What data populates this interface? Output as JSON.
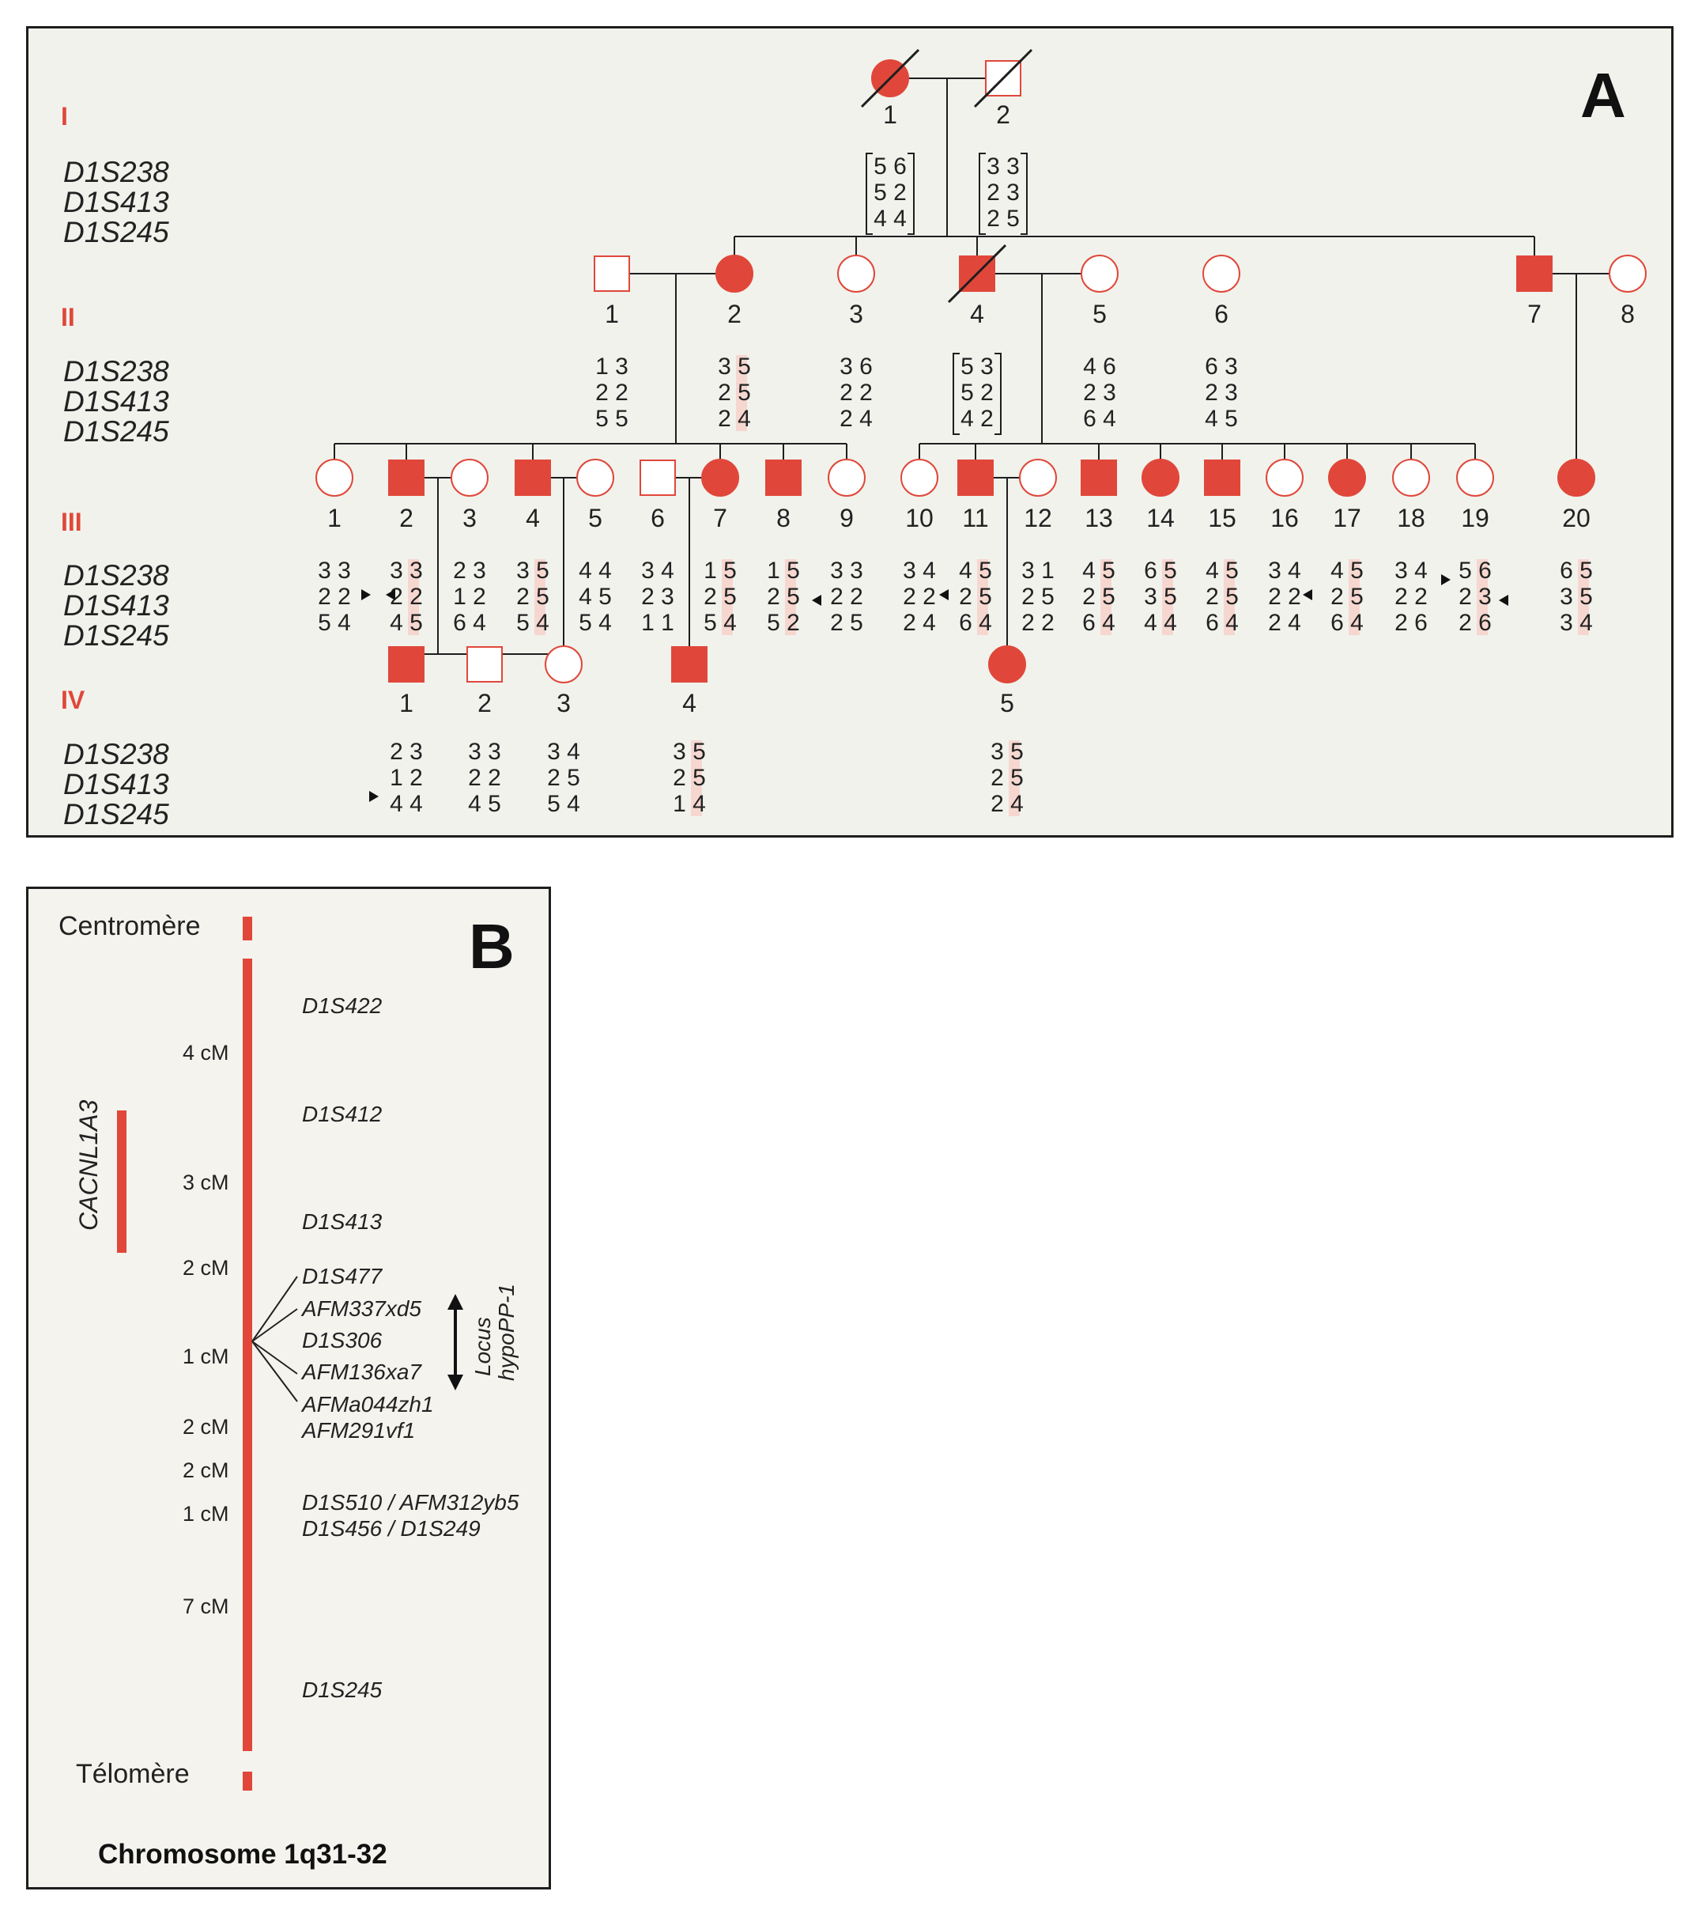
{
  "panel_a": {
    "letter": "A",
    "generations": [
      "I",
      "II",
      "III",
      "IV"
    ],
    "markers": [
      "D1S238",
      "D1S413",
      "D1S245"
    ],
    "gen1": [
      {
        "id": "I-1",
        "label": "1",
        "sex": "female",
        "affected": true,
        "deceased": true
      },
      {
        "id": "I-2",
        "label": "2",
        "sex": "male",
        "affected": false,
        "deceased": true
      }
    ],
    "gen1_haplotypes": [
      {
        "rows": [
          "5 6",
          "5 2",
          "4 4"
        ],
        "bracket": true
      },
      {
        "rows": [
          "3 3",
          "2 3",
          "2 5"
        ],
        "bracket": true
      }
    ],
    "gen2": [
      {
        "label": "1",
        "sex": "male",
        "affected": false
      },
      {
        "label": "2",
        "sex": "female",
        "affected": true
      },
      {
        "label": "3",
        "sex": "female",
        "affected": false
      },
      {
        "label": "4",
        "sex": "male",
        "affected": true,
        "deceased": true
      },
      {
        "label": "5",
        "sex": "female",
        "affected": false
      },
      {
        "label": "6",
        "sex": "female",
        "affected": false
      },
      {
        "label": "7",
        "sex": "male",
        "affected": true
      },
      {
        "label": "8",
        "sex": "female",
        "affected": false
      }
    ],
    "gen2_haplotypes": [
      {
        "of": "1",
        "rows": [
          "1 3",
          "2 2",
          "5 5"
        ]
      },
      {
        "of": "2",
        "rows": [
          "3 5",
          "2 5",
          "2 4"
        ]
      },
      {
        "of": "3",
        "rows": [
          "3 6",
          "2 2",
          "2 4"
        ]
      },
      {
        "of": "4",
        "rows": [
          "5 3",
          "5 2",
          "4 2"
        ],
        "bracket": true
      },
      {
        "of": "5",
        "rows": [
          "4 6",
          "2 3",
          "6 4"
        ]
      },
      {
        "of": "6",
        "rows": [
          "6 3",
          "2 3",
          "4 5"
        ]
      }
    ],
    "gen3": [
      {
        "label": "1",
        "sex": "female",
        "affected": false
      },
      {
        "label": "2",
        "sex": "male",
        "affected": true
      },
      {
        "label": "3",
        "sex": "female",
        "affected": false
      },
      {
        "label": "4",
        "sex": "male",
        "affected": true
      },
      {
        "label": "5",
        "sex": "female",
        "affected": false
      },
      {
        "label": "6",
        "sex": "male",
        "affected": false
      },
      {
        "label": "7",
        "sex": "female",
        "affected": true
      },
      {
        "label": "8",
        "sex": "male",
        "affected": true
      },
      {
        "label": "9",
        "sex": "female",
        "affected": false
      },
      {
        "label": "10",
        "sex": "female",
        "affected": false
      },
      {
        "label": "11",
        "sex": "male",
        "affected": true
      },
      {
        "label": "12",
        "sex": "female",
        "affected": false
      },
      {
        "label": "13",
        "sex": "male",
        "affected": true
      },
      {
        "label": "14",
        "sex": "female",
        "affected": true
      },
      {
        "label": "15",
        "sex": "male",
        "affected": true
      },
      {
        "label": "16",
        "sex": "female",
        "affected": false
      },
      {
        "label": "17",
        "sex": "female",
        "affected": true
      },
      {
        "label": "18",
        "sex": "female",
        "affected": false
      },
      {
        "label": "19",
        "sex": "female",
        "affected": false
      },
      {
        "label": "20",
        "sex": "female",
        "affected": true
      }
    ],
    "gen3_haplotypes": [
      {
        "of": "1",
        "rows": [
          "3 3",
          "2 2",
          "5 4"
        ]
      },
      {
        "of": "2",
        "rows": [
          "3 3",
          "2 2",
          "4 5"
        ]
      },
      {
        "of": "3",
        "rows": [
          "2 3",
          "1 2",
          "6 4"
        ]
      },
      {
        "of": "4",
        "rows": [
          "3 5",
          "2 5",
          "5 4"
        ]
      },
      {
        "of": "5",
        "rows": [
          "4 4",
          "4 5",
          "5 4"
        ]
      },
      {
        "of": "6",
        "rows": [
          "3 4",
          "2 3",
          "1 1"
        ]
      },
      {
        "of": "7",
        "rows": [
          "1 5",
          "2 5",
          "5 4"
        ]
      },
      {
        "of": "8",
        "rows": [
          "1 5",
          "2 5",
          "5 2"
        ]
      },
      {
        "of": "9",
        "rows": [
          "3 3",
          "2 2",
          "2 5"
        ]
      },
      {
        "of": "10",
        "rows": [
          "3 4",
          "2 2",
          "2 4"
        ]
      },
      {
        "of": "11",
        "rows": [
          "4 5",
          "2 5",
          "6 4"
        ]
      },
      {
        "of": "12",
        "rows": [
          "3 1",
          "2 5",
          "2 2"
        ]
      },
      {
        "of": "13",
        "rows": [
          "4 5",
          "2 5",
          "6 4"
        ]
      },
      {
        "of": "14",
        "rows": [
          "6 5",
          "3 5",
          "4 4"
        ]
      },
      {
        "of": "15",
        "rows": [
          "4 5",
          "2 5",
          "6 4"
        ]
      },
      {
        "of": "16",
        "rows": [
          "3 4",
          "2 2",
          "2 4"
        ]
      },
      {
        "of": "17",
        "rows": [
          "4 5",
          "2 5",
          "6 4"
        ]
      },
      {
        "of": "18",
        "rows": [
          "3 4",
          "2 2",
          "2 6"
        ]
      },
      {
        "of": "19",
        "rows": [
          "5 6",
          "2 3",
          "2 6"
        ]
      },
      {
        "of": "20",
        "rows": [
          "6 5",
          "3 5",
          "3 4"
        ]
      }
    ],
    "gen4": [
      {
        "label": "1",
        "sex": "male",
        "affected": true
      },
      {
        "label": "2",
        "sex": "male",
        "affected": false
      },
      {
        "label": "3",
        "sex": "female",
        "affected": false
      },
      {
        "label": "4",
        "sex": "male",
        "affected": true
      },
      {
        "label": "5",
        "sex": "female",
        "affected": true
      }
    ],
    "gen4_haplotypes": [
      {
        "of": "1",
        "rows": [
          "2 3",
          "1 2",
          "4 4"
        ]
      },
      {
        "of": "2",
        "rows": [
          "3 3",
          "2 2",
          "4 5"
        ]
      },
      {
        "of": "3",
        "rows": [
          "3 4",
          "2 5",
          "5 4"
        ]
      },
      {
        "of": "4",
        "rows": [
          "3 5",
          "2 5",
          "1 4"
        ]
      },
      {
        "of": "5",
        "rows": [
          "3 5",
          "2 5",
          "2 4"
        ]
      }
    ],
    "colors": {
      "affected": "#e0473a",
      "highlight": "#f6d7d0",
      "line": "#1e1e1e",
      "background": "#f1f2ec"
    }
  },
  "panel_b": {
    "letter": "B",
    "centromere_label": "Centromère",
    "telomere_label": "Télomère",
    "chromosome_title": "Chromosome 1q31-32",
    "gene_label": "CACNL1A3",
    "locus_label": "Locus",
    "locus_name": "hypoPP-1",
    "distances": [
      "4 cM",
      "3 cM",
      "2 cM",
      "1 cM",
      "2 cM",
      "2 cM",
      "1 cM",
      "7 cM"
    ],
    "marker_labels": [
      "D1S422",
      "D1S412",
      "D1S413",
      "D1S477",
      "AFM337xd5",
      "D1S306",
      "AFM136xa7",
      "AFMa044zh1",
      "AFM291vf1",
      "D1S510 / AFM312yb5",
      "D1S456 / D1S249",
      "D1S245"
    ],
    "colors": {
      "chromosome": "#e0473a"
    }
  }
}
